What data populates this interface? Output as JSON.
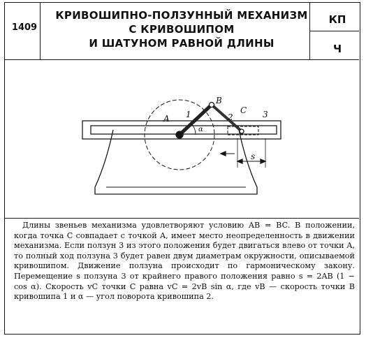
{
  "header": {
    "number": "1409",
    "title_lines": [
      "КРИВОШИПНО-ПОЛЗУННЫЙ МЕХАНИЗМ",
      "С КРИВОШИПОМ",
      "И ШАТУНОМ РАВНОЙ ДЛИНЫ"
    ],
    "code_top": "КП",
    "code_bottom": "Ч"
  },
  "figure_labels": {
    "A": "A",
    "B": "B",
    "C": "C",
    "link_1": "1",
    "link_2": "2",
    "link_3": "3",
    "alpha": "α",
    "s": "s"
  },
  "description": "Длины звеньев механизма удовлетворяют условию AB = BC. В положении, когда точка C совпадает с точкой A, имеет место неопределенность в движении механизма. Если ползун 3 из этого положения будет двигаться влево от точки A, то полный ход ползуна 3 будет равен двум диаметрам окружности, описываемой кривошипом. Движение ползуна происходит по гармоническому закону. Перемещение s ползуна 3 от крайнего правого положения равно s = 2AB (1 − cos α). Скорость vC точки C равна vC = 2vB sin α, где vB — скорость точки B кривошипа 1 и α — угол поворота кривошипа 2."
}
